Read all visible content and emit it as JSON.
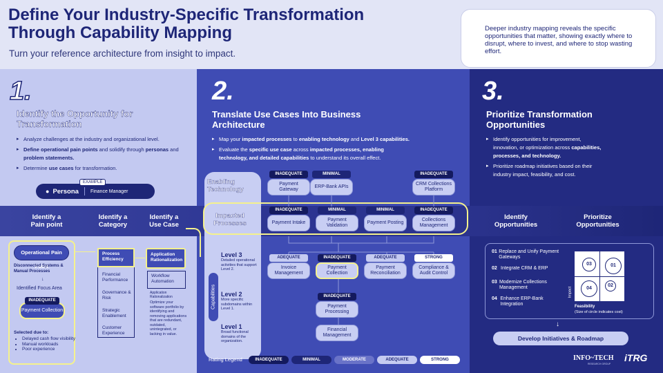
{
  "header": {
    "title_line1": "Define Your Industry-Specific Transformation",
    "title_line2": "Through Capability Mapping",
    "subtitle": "Turn your reference architecture from insight to impact.",
    "callout": "Deeper industry mapping reveals the specific opportunities that matter, showing exactly where to disrupt, where to invest, and where to stop wasting effort."
  },
  "step1": {
    "number": "1.",
    "title": "Identify the Opportunity for Transformation",
    "bullets": [
      {
        "pre": "Analyze challenges at the industry and organizational level.",
        "bold": "",
        "post": ""
      },
      {
        "pre": "",
        "bold": "Define operational pain points",
        "post": " and solidify through ",
        "bold2": "personas",
        "post2": " and ",
        "bold3": "problem statements."
      },
      {
        "pre": "Determine ",
        "bold": "use cases",
        "post": " for transformation."
      }
    ],
    "example_label": "EXAMPLE",
    "persona_label": "Persona",
    "persona_value": "Finance Manager",
    "band_labels": [
      "Identify a Pain point",
      "Identify a Category",
      "Identify a Use Case"
    ],
    "pain_point_title": "Operational Pain Point",
    "pain_point_desc": "Disconnected Systems & Manual Processes",
    "focus_area": "Identified Focus Area",
    "focus_tag": "INADEQUATE",
    "focus_value": "Payment Collection",
    "selected_due_to": "Selected due to:",
    "reasons": [
      "Delayed cash flow visibility",
      "Manual workloads",
      "Poor experience"
    ],
    "categories": [
      "Process Efficiency",
      "Financial Performance",
      "Governance & Risk",
      "Strategic Enablement",
      "Customer Experience"
    ],
    "use_cases": [
      "Application Rationalization",
      "Workflow Automation"
    ],
    "use_case_small_title": "Application Rationalization",
    "use_case_desc": "Optimize your software portfolio by identifying and removing applications that are redundant, outdated, unintegrated, or lacking in value."
  },
  "step2": {
    "number": "2.",
    "title": "Translate Use Cases Into Business Architecture",
    "bullets": [
      {
        "pre": "Map your ",
        "bold": "impacted processes",
        "post": " to ",
        "bold2": "enabling technology",
        "post2": " and ",
        "bold3": "Level 3 capabilities."
      },
      {
        "pre": "Evaluate the ",
        "bold": "specific use case",
        "post": " across ",
        "bold2": "impacted processes, enabling technology, and detailed capabilities",
        "post2": " to understand its overall effect."
      }
    ],
    "enabling_label": "Enabling Technology",
    "impacted_label": "Impacted Processes",
    "capabilities_label": "Capabilities",
    "technology": [
      {
        "tag": "INADEQUATE",
        "name": "Payment Gateway"
      },
      {
        "tag": "MINIMAL",
        "name": "ERP-Bank APIs"
      },
      {
        "tag": "INADEQUATE",
        "name": "CRM Collections Platform"
      }
    ],
    "processes": [
      {
        "tag": "INADEQUATE",
        "name": "Payment Intake"
      },
      {
        "tag": "MINIMAL",
        "name": "Payment Validation"
      },
      {
        "tag": "MINIMAL",
        "name": "Payment Posting"
      },
      {
        "tag": "INADEQUATE",
        "name": "Collections Management"
      }
    ],
    "level3": [
      {
        "tag": "ADEQUATE",
        "name": "Invoice Management"
      },
      {
        "tag": "INADEQUATE",
        "name": "Payment Collection"
      },
      {
        "tag": "ADEQUATE",
        "name": "Payment Reconciliation"
      },
      {
        "tag": "STRONG",
        "name": "Compliance & Audit Control"
      }
    ],
    "level2": {
      "tag": "INADEQUATE",
      "name": "Payment Processing"
    },
    "level1": {
      "name": "Financial Management"
    },
    "levels": [
      {
        "title": "Level 3",
        "desc": "Detailed operational activities that support Level 2."
      },
      {
        "title": "Level 2",
        "desc": "More specific subdomains within Level 1."
      },
      {
        "title": "Level 1",
        "desc": "Broad functional domains of the organization."
      }
    ],
    "legend_title": "Rating Legend",
    "legend": [
      "INADEQUATE",
      "MINIMAL",
      "MODERATE",
      "ADEQUATE",
      "STRONG"
    ]
  },
  "step3": {
    "number": "3.",
    "title": "Prioritize Transformation Opportunities",
    "bullets": [
      {
        "pre": "Identify opportunities for improvement, innovation, or optimization across ",
        "bold": "capabilities, processes, and technology."
      },
      {
        "pre": "Prioritize roadmap initiatives based on their industry impact, feasibility, and cost."
      }
    ],
    "band_labels": [
      "Identify Opportunities",
      "Prioritize Opportunities"
    ],
    "items": [
      {
        "num": "01",
        "text": "Replace and Unify Payment Gateways"
      },
      {
        "num": "02",
        "text": "Integrate CRM & ERP"
      },
      {
        "num": "03",
        "text": "Modernize Collections Management"
      },
      {
        "num": "04",
        "text": "Enhance ERP-Bank Integration"
      }
    ],
    "impact_label": "Impact",
    "feasibility_label": "Feasibility",
    "feasibility_note": "(Size of circle indicates cost)",
    "circles": [
      "03",
      "01",
      "04",
      "02"
    ],
    "button": "Develop Initiatives & Roadmap",
    "brand1": "INFO~TECH",
    "brand1_sub": "RESEARCH GROUP",
    "brand2": "iTRG"
  },
  "colors": {
    "navy": "#1e2677",
    "mid": "#3f4cb4",
    "dark": "#232b82",
    "yellow": "#f5f28c",
    "light": "#c3c9f1"
  }
}
